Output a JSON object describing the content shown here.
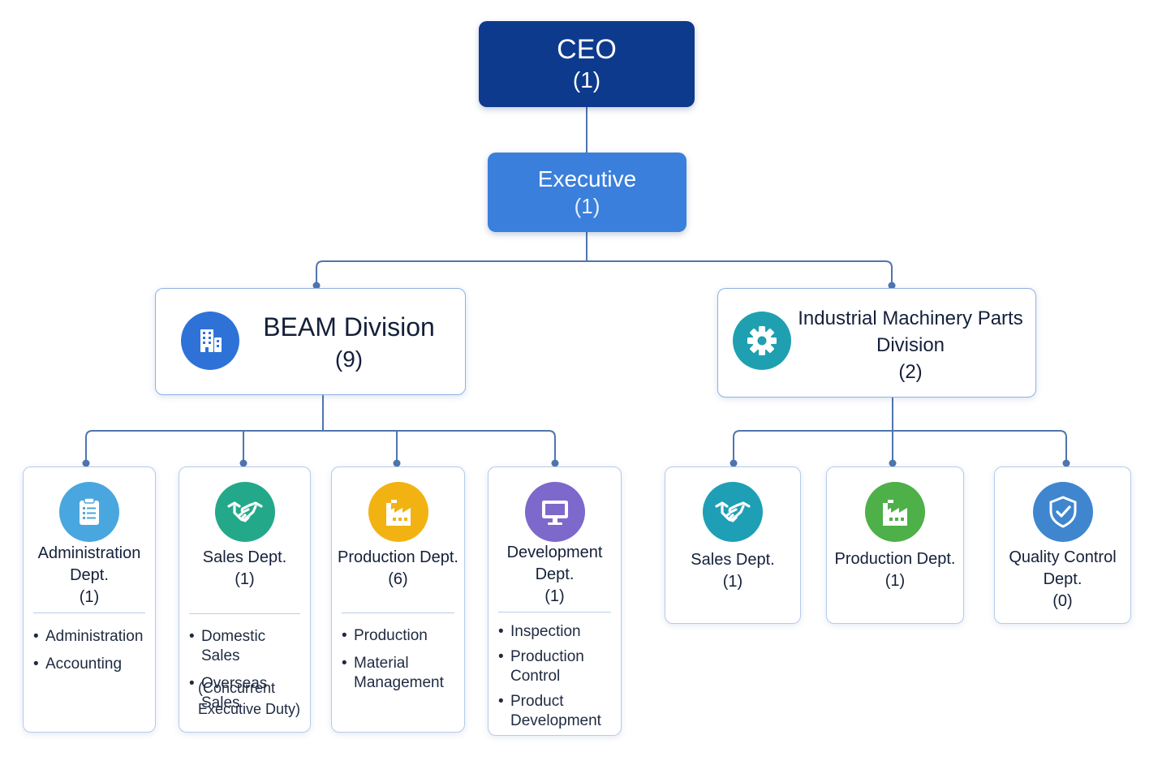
{
  "ceo": {
    "title": "CEO",
    "count": "(1)"
  },
  "executive": {
    "title": "Executive",
    "count": "(1)"
  },
  "beam_division": {
    "title": "BEAM Division",
    "count": "(9)",
    "icon": "building-icon",
    "departments": [
      {
        "name": "Administration Dept.",
        "count": "(1)",
        "icon": "clipboard-icon",
        "color": "#4aa6de",
        "items": [
          "Administration",
          "Accounting"
        ]
      },
      {
        "name": "Sales Dept.",
        "count": "(1)",
        "icon": "handshake-icon",
        "color": "#23a98a",
        "items": [
          "Domestic Sales",
          "Overseas Sales",
          "(Concurrent Executive Duty)"
        ]
      },
      {
        "name": "Production Dept.",
        "count": "(6)",
        "icon": "factory-icon",
        "color": "#f2b312",
        "items": [
          "Production",
          "Material Management"
        ]
      },
      {
        "name": "Development Dept.",
        "count": "(1)",
        "icon": "monitor-icon",
        "color": "#7d68cc",
        "items": [
          "Inspection",
          "Production Control",
          "Product Development"
        ]
      }
    ]
  },
  "imp_division": {
    "title": "Industrial Machinery Parts Division",
    "count": "(2)",
    "icon": "gear-icon",
    "departments": [
      {
        "name": "Sales Dept.",
        "count": "(1)",
        "icon": "handshake-icon",
        "color": "#1e9fb6"
      },
      {
        "name": "Production Dept.",
        "count": "(1)",
        "icon": "factory-icon",
        "color": "#4db048"
      },
      {
        "name": "Quality Control Dept.",
        "count": "(0)",
        "icon": "shield-check-icon",
        "color": "#3f86cf"
      }
    ]
  },
  "colors": {
    "ceo": "#0d3a8c",
    "executive": "#3a7fdb",
    "connector": "#4f75ad",
    "beam_icon": "#2e72d8",
    "imp_icon": "#1fa0b0"
  }
}
